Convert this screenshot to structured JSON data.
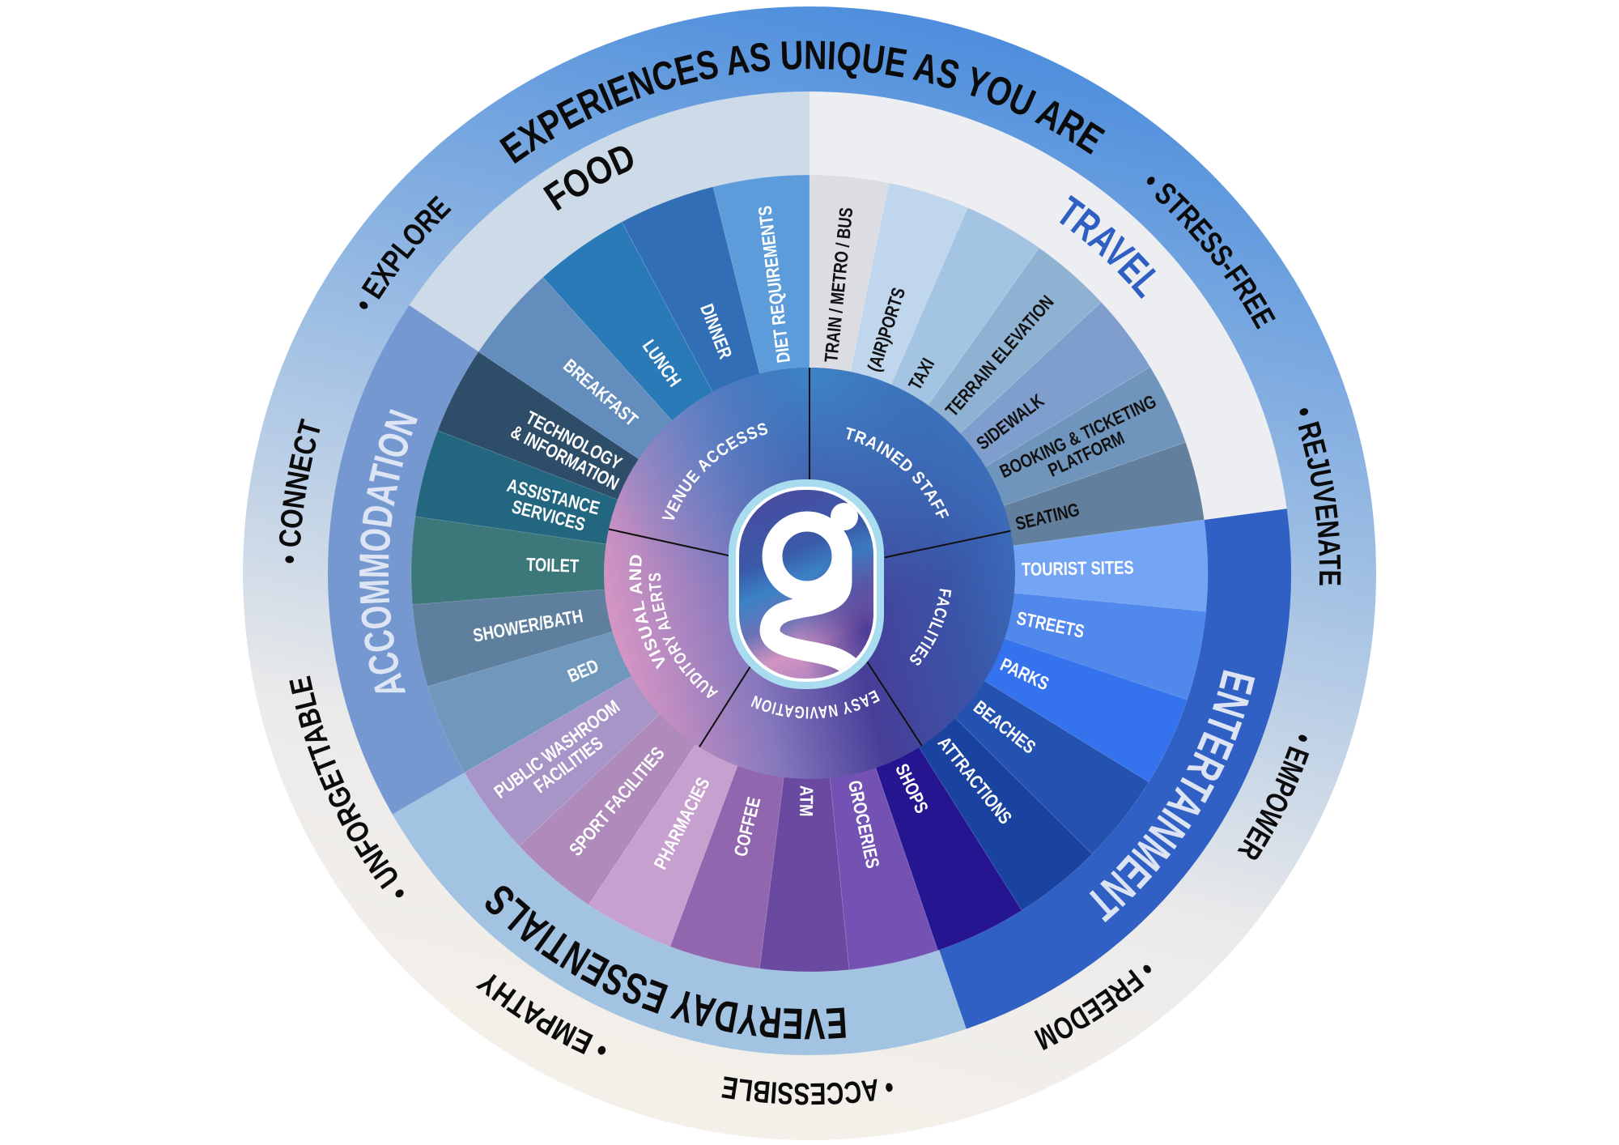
{
  "title": "EXPERIENCES AS UNIQUE AS YOU ARE",
  "values": [
    "• STRESS-FREE",
    "• REJUVENATE",
    "• EMPOWER",
    "• FREEDOM",
    "• ACCESSIBLE",
    "• EMPATHY",
    "• UNFORGETTABLE",
    "• CONNECT",
    "• EXPLORE"
  ],
  "categories": [
    {
      "label": "FOOD",
      "color": "#cddbe8",
      "text_color": "#0b0b0b"
    },
    {
      "label": "TRAVEL",
      "color": "#eceef2",
      "text_color": "#2f5fc2"
    },
    {
      "label": "ENTERTAINMENT",
      "color": "#3060c4",
      "text_color": "#dce4f4"
    },
    {
      "label": "EVERYDAY ESSENTIALS",
      "color": "#a3c3e2",
      "text_color": "#0b0b0b"
    },
    {
      "label": "ACCOMMODATION",
      "color": "#7698d0",
      "text_color": "#dde5f4"
    }
  ],
  "items": [
    {
      "lines": [
        "TRAIN / METRO / BUS"
      ],
      "color": "#dcdde2",
      "text_color": "#111111"
    },
    {
      "lines": [
        "(AIR)PORTS"
      ],
      "color": "#bfd6ec",
      "text_color": "#111111"
    },
    {
      "lines": [
        "TAXI"
      ],
      "color": "#a4c4e3",
      "text_color": "#111111"
    },
    {
      "lines": [
        "TERRAIN ELEVATION"
      ],
      "color": "#8fb2d2",
      "text_color": "#111111"
    },
    {
      "lines": [
        "SIDEWALK"
      ],
      "color": "#7f9ecd",
      "text_color": "#111111"
    },
    {
      "lines": [
        "BOOKING & TICKETING",
        "PLATFORM"
      ],
      "color": "#6f95bc",
      "text_color": "#111111"
    },
    {
      "lines": [
        "SEATING"
      ],
      "color": "#62809e",
      "text_color": "#111111"
    },
    {
      "lines": [
        "TOURIST SITES"
      ],
      "color": "#74a5f5",
      "text_color": "#ffffff"
    },
    {
      "lines": [
        "STREETS"
      ],
      "color": "#5088ec",
      "text_color": "#ffffff"
    },
    {
      "lines": [
        "PARKS"
      ],
      "color": "#3572ee",
      "text_color": "#ffffff"
    },
    {
      "lines": [
        "BEACHES"
      ],
      "color": "#2452b0",
      "text_color": "#ffffff"
    },
    {
      "lines": [
        "ATTRACTIONS"
      ],
      "color": "#1a43a0",
      "text_color": "#ffffff"
    },
    {
      "lines": [
        "SHOPS"
      ],
      "color": "#261590",
      "text_color": "#ffffff"
    },
    {
      "lines": [
        "GROCERIES"
      ],
      "color": "#7452b4",
      "text_color": "#ffffff"
    },
    {
      "lines": [
        "ATM"
      ],
      "color": "#6a4aa0",
      "text_color": "#ffffff"
    },
    {
      "lines": [
        "COFFEE"
      ],
      "color": "#9166ae",
      "text_color": "#ffffff"
    },
    {
      "lines": [
        "PHARMACIES"
      ],
      "color": "#c6a0ce",
      "text_color": "#ffffff"
    },
    {
      "lines": [
        "SPORT FACILITIES"
      ],
      "color": "#ae8bbb",
      "text_color": "#ffffff"
    },
    {
      "lines": [
        "PUBLIC WASHROOM",
        "FACILITIES"
      ],
      "color": "#a895c8",
      "text_color": "#ffffff"
    },
    {
      "lines": [
        "BED"
      ],
      "color": "#7097bc",
      "text_color": "#ffffff"
    },
    {
      "lines": [
        "SHOWER/BATH"
      ],
      "color": "#5f7f9f",
      "text_color": "#ffffff"
    },
    {
      "lines": [
        "TOILET"
      ],
      "color": "#3c7779",
      "text_color": "#ffffff"
    },
    {
      "lines": [
        "ASSISTANCE",
        "SERVICES"
      ],
      "color": "#22677f",
      "text_color": "#ffffff"
    },
    {
      "lines": [
        "TECHNOLOGY",
        "& INFORMATION"
      ],
      "color": "#2d4d69",
      "text_color": "#ffffff"
    },
    {
      "lines": [
        "BREAKFAST"
      ],
      "color": "#638dbd",
      "text_color": "#ffffff"
    },
    {
      "lines": [
        "LUNCH"
      ],
      "color": "#2a7ab7",
      "text_color": "#ffffff"
    },
    {
      "lines": [
        "DINNER"
      ],
      "color": "#326eb5",
      "text_color": "#ffffff"
    },
    {
      "lines": [
        "DIET REQUIREMENTS"
      ],
      "color": "#5d9cdb",
      "text_color": "#ffffff"
    }
  ],
  "hub": [
    {
      "lines": [
        "VENUE ACCESSS"
      ]
    },
    {
      "lines": [
        "TRAINED STAFF"
      ]
    },
    {
      "lines": [
        "FACILITIES"
      ]
    },
    {
      "lines": [
        "EASY NAVIGATION"
      ]
    },
    {
      "lines": [
        "VISUAL AND",
        "AUDITORY ALERTS"
      ]
    }
  ]
}
